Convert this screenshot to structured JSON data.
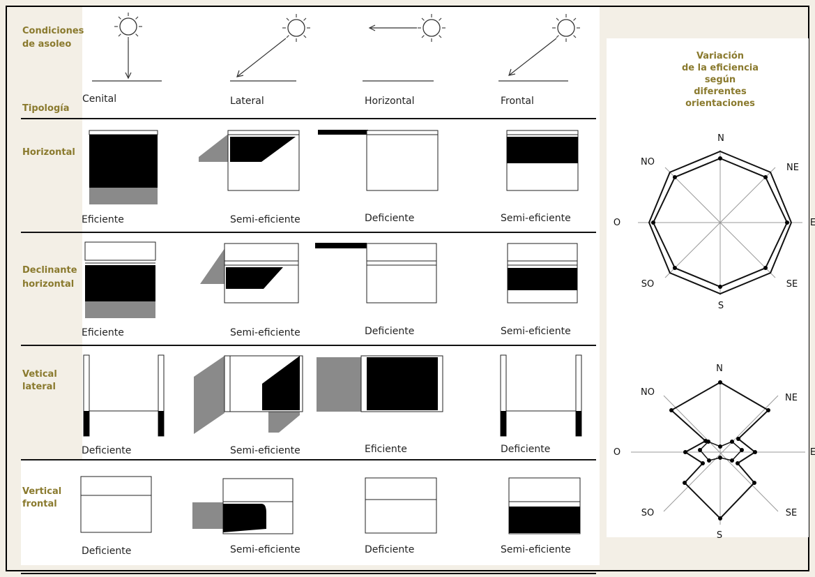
{
  "header": {
    "conditions_label": [
      "Condiciones",
      "de asoleo"
    ],
    "typology_label": "Tipología"
  },
  "sun_conditions": [
    "Cenital",
    "Lateral",
    "Horizontal",
    "Frontal"
  ],
  "rows": [
    {
      "label": [
        "Horizontal"
      ],
      "ratings": [
        "Eficiente",
        "Semi-eficiente",
        "Deficiente",
        "Semi-eficiente"
      ]
    },
    {
      "label": [
        "Declinante",
        "horizontal"
      ],
      "ratings": [
        "Eficiente",
        "Semi-eficiente",
        "Deficiente",
        "Semi-eficiente"
      ]
    },
    {
      "label": [
        "Vetical",
        "lateral"
      ],
      "ratings": [
        "Deficiente",
        "Semi-eficiente",
        "Eficiente",
        "Deficiente"
      ]
    },
    {
      "label": [
        "Vertical",
        "frontal"
      ],
      "ratings": [
        "Deficiente",
        "Semi-eficiente",
        "Deficiente",
        "Semi-eficiente"
      ]
    }
  ],
  "efficiency_title": [
    "Variación",
    "de la eficiencia",
    "según",
    "diferentes",
    "orientaciones"
  ],
  "compass": {
    "directions": [
      "N",
      "NE",
      "E",
      "SE",
      "S",
      "SO",
      "O",
      "NO"
    ]
  },
  "colors": {
    "header_text": "#8a7a2e",
    "shade_dark": "#000000",
    "shade_grey": "#8a8a8a",
    "background": "#f3efe6"
  }
}
